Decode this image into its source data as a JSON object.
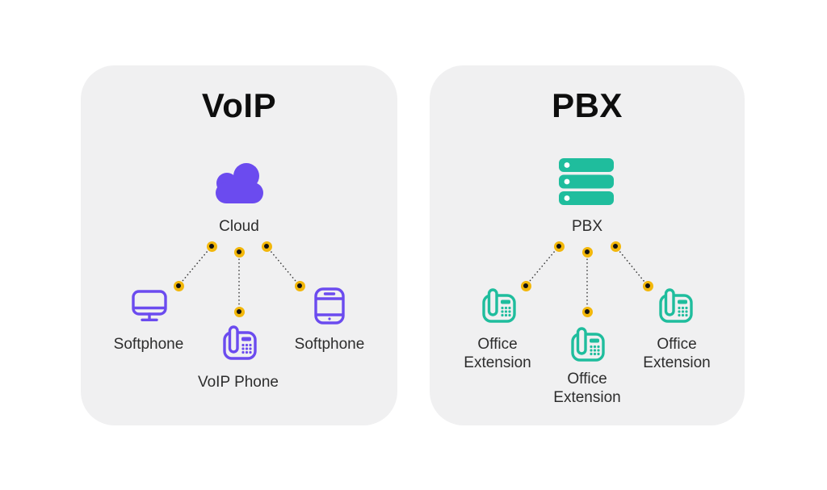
{
  "colors": {
    "page_background": "#ffffff",
    "panel_background": "#f0f0f1",
    "voip_accent": "#6b4bef",
    "pbx_accent": "#1fbd9d",
    "connector_dot_ring": "#f2b70b",
    "connector_dot_center": "#121212",
    "connector_line": "#3c3c3c",
    "title_text": "#0e0e0e",
    "label_text": "#2d2d2d"
  },
  "panels": [
    {
      "title": "VoIP",
      "hub": {
        "icon": "cloud-icon",
        "label": "Cloud"
      },
      "nodes": [
        {
          "icon": "monitor-icon",
          "label": "Softphone"
        },
        {
          "icon": "desk-phone-icon",
          "label": "VoIP Phone"
        },
        {
          "icon": "smartphone-icon",
          "label": "Softphone"
        }
      ]
    },
    {
      "title": "PBX",
      "hub": {
        "icon": "server-icon",
        "label": "PBX"
      },
      "nodes": [
        {
          "icon": "desk-phone-icon",
          "label": "Office Extension"
        },
        {
          "icon": "desk-phone-icon",
          "label": "Office Extension"
        },
        {
          "icon": "desk-phone-icon",
          "label": "Office Extension"
        }
      ]
    }
  ]
}
